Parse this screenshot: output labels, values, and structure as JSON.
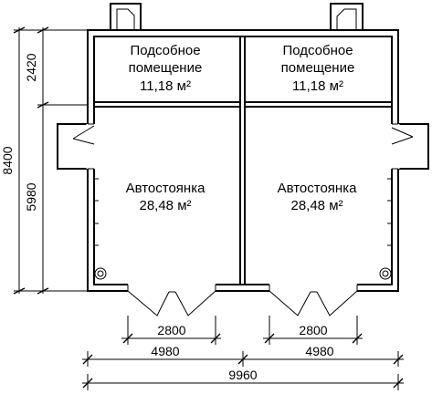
{
  "rooms": [
    {
      "name": "Подсобное",
      "name2": "помещение",
      "area": "11,18 м²"
    },
    {
      "name": "Подсобное",
      "name2": "помещение",
      "area": "11,18 м²"
    },
    {
      "name": "Автостоянка",
      "area": "28,48 м²"
    },
    {
      "name": "Автостоянка",
      "area": "28,48 м²"
    }
  ],
  "dimensions": {
    "left_total": "8400",
    "left_upper": "2420",
    "left_lower": "5980",
    "door_left": "2800",
    "door_right": "2800",
    "half_left": "4980",
    "half_right": "4980",
    "total_width": "9960"
  }
}
